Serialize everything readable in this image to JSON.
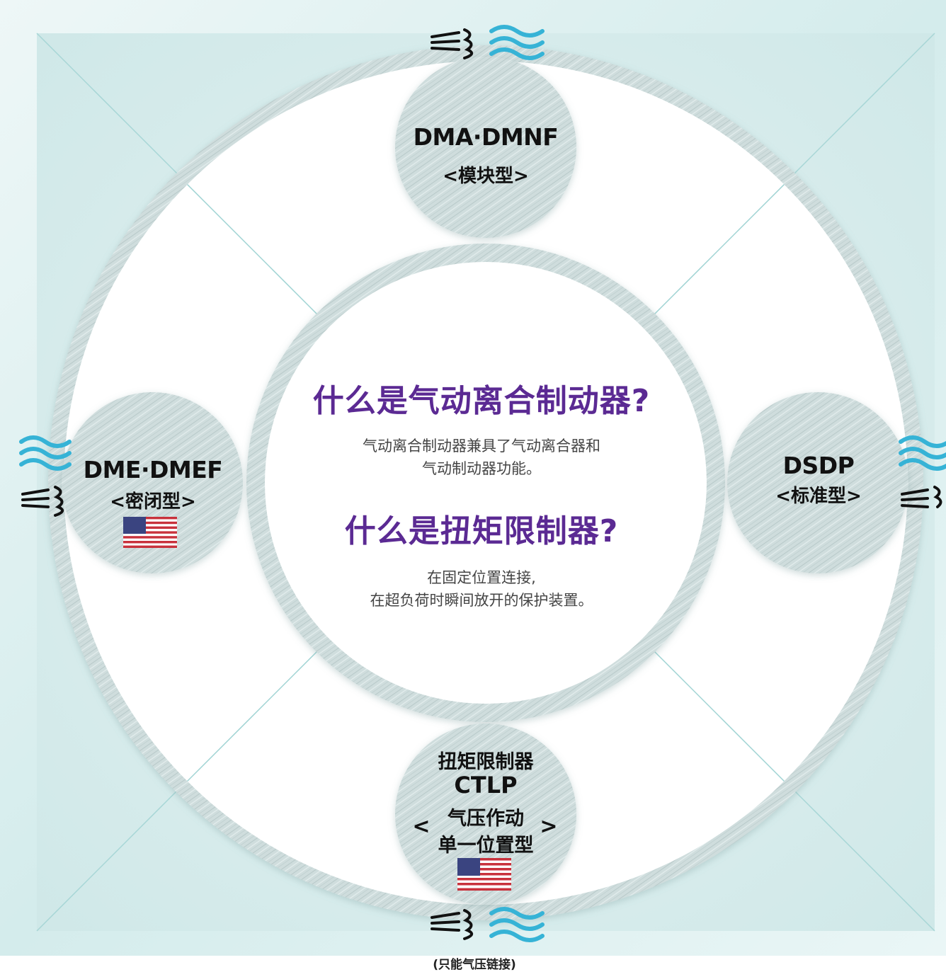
{
  "center": {
    "question1": "什么是气动离合制动器?",
    "answer1_line1": "气动离合制动器兼具了气动离合器和",
    "answer1_line2": "气动制动器功能。",
    "question2": "什么是扭矩限制器?",
    "answer2_line1": "在固定位置连接,",
    "answer2_line2": "在超负荷时瞬间放开的保护装置。"
  },
  "nodes": {
    "top": {
      "name": "DMA·DMNF",
      "type": "<模块型>"
    },
    "left": {
      "name": "DME·DMEF",
      "type": "<密闭型>",
      "flag": "us-flag-icon"
    },
    "right": {
      "name": "DSDP",
      "type": "<标准型>"
    },
    "bottom": {
      "line1": "扭矩限制器",
      "line2": "CTLP",
      "line3": "气压作动",
      "line4": "单一位置型",
      "bracket_left": "<",
      "bracket_right": ">",
      "flag": "us-flag-icon"
    }
  },
  "footnote": "(只能气压链接)",
  "colors": {
    "question": "#5b2a93",
    "wave": "#36b3d6",
    "ring": "#cddcdc",
    "panel": "#d4ecec"
  }
}
